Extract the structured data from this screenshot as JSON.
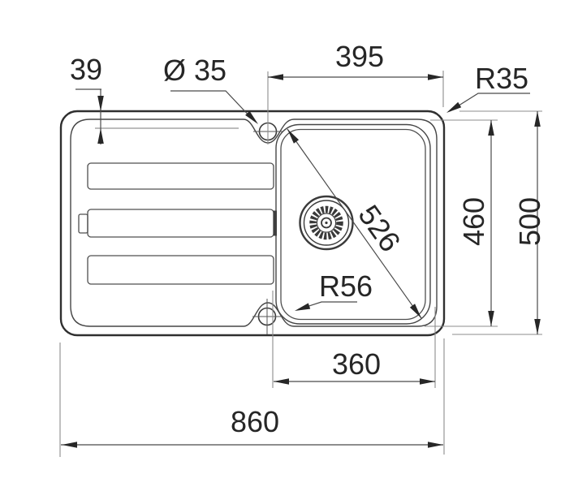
{
  "drawing": {
    "subject": "kitchen sink top view, drainer left and single bowl right",
    "units": "mm",
    "background": "#ffffff",
    "line_color": "#2f2f2f",
    "labels": {
      "rim_offset": "39",
      "hole_diameter": "Ø 35",
      "hole_to_edge": "395",
      "outer_corner_radius": "R35",
      "inner_length": "460",
      "overall_depth": "500",
      "bowl_diagonal": "526",
      "bowl_corner_radius": "R56",
      "bowl_width": "360",
      "overall_width": "860"
    }
  }
}
